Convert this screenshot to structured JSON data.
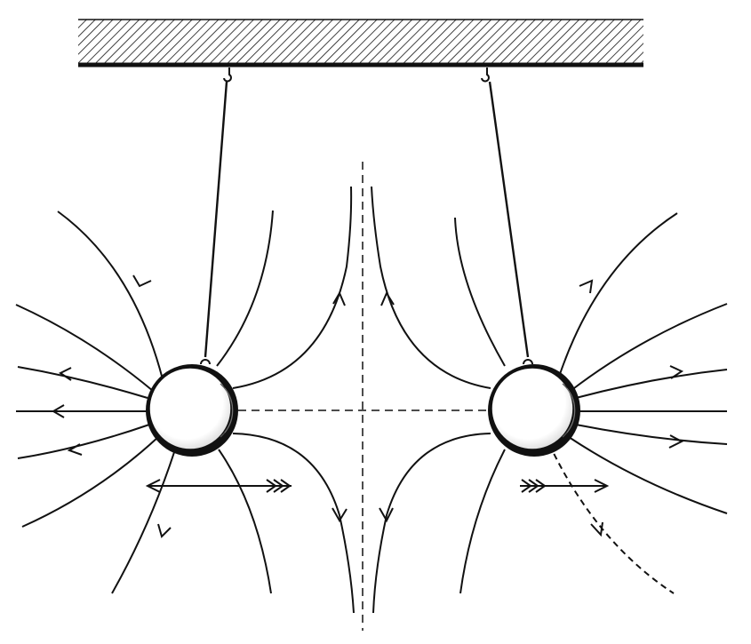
{
  "figure": {
    "description_text": "",
    "colors": {
      "ink": "#111111",
      "paper": "#ffffff"
    },
    "elements": {
      "ceiling": "hatched-ceiling-bar",
      "hooks": [
        "left-hook",
        "right-hook"
      ],
      "threads": [
        "left-thread",
        "right-thread"
      ],
      "spheres": [
        "left-sphere",
        "right-sphere"
      ],
      "field_lines": "curved-field-lines-with-arrows",
      "axes": [
        "horizontal-dashed-axis",
        "vertical-dashed-axis"
      ],
      "force_arrows": [
        "left-force-arrow",
        "right-force-arrow"
      ]
    }
  }
}
